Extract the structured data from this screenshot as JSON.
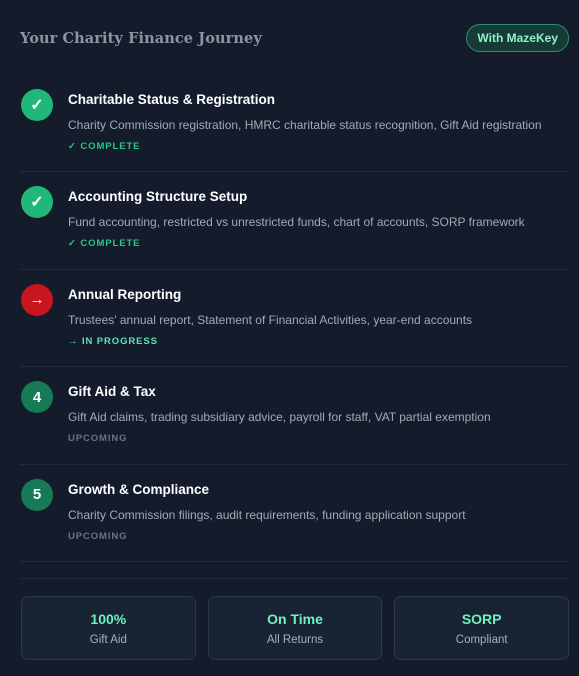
{
  "header": {
    "title": "Your Charity Finance Journey",
    "badge": "With MazeKey"
  },
  "steps": [
    {
      "marker": "✓",
      "state": "done",
      "name": "Charitable Status & Registration",
      "description": "Charity Commission registration, HMRC charitable status recognition, Gift Aid registration",
      "status": "✓ COMPLETE"
    },
    {
      "marker": "✓",
      "state": "done",
      "name": "Accounting Structure Setup",
      "description": "Fund accounting, restricted vs unrestricted funds, chart of accounts, SORP framework",
      "status": "✓ COMPLETE"
    },
    {
      "marker": "→",
      "state": "progress",
      "name": "Annual Reporting",
      "description": "Trustees' annual report, Statement of Financial Activities, year-end accounts",
      "status": "→ IN PROGRESS"
    },
    {
      "marker": "4",
      "state": "upcoming",
      "name": "Gift Aid & Tax",
      "description": "Gift Aid claims, trading subsidiary advice, payroll for staff, VAT partial exemption",
      "status": "UPCOMING"
    },
    {
      "marker": "5",
      "state": "upcoming",
      "name": "Growth & Compliance",
      "description": "Charity Commission filings, audit requirements, funding application support",
      "status": "UPCOMING"
    }
  ],
  "stats": [
    {
      "value": "100%",
      "label": "Gift Aid"
    },
    {
      "value": "On Time",
      "label": "All Returns"
    },
    {
      "value": "SORP",
      "label": "Compliant"
    }
  ],
  "colors": {
    "background": "#141b2b",
    "complete": "#20b779",
    "in_progress": "#c7161e",
    "upcoming": "#157a55",
    "accent_text": "#6ff2bc"
  }
}
